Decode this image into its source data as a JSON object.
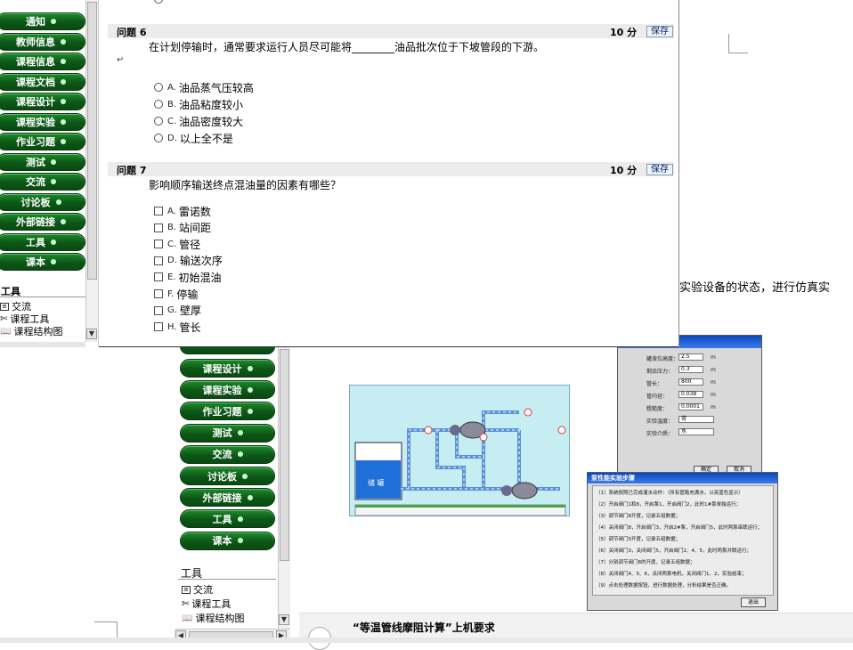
{
  "top_window": {
    "nav_buttons": [
      "通知",
      "教师信息",
      "课程信息",
      "课程文档",
      "课程设计",
      "课程实验",
      "作业习题",
      "测试",
      "交流",
      "讨论板",
      "外部链接",
      "工具",
      "课本"
    ],
    "tools": {
      "heading": "工具",
      "items": [
        {
          "label": "交流",
          "icon": "chat-icon"
        },
        {
          "label": "课程工具",
          "icon": "tools-icon"
        },
        {
          "label": "课程结构图",
          "icon": "book-icon"
        }
      ]
    },
    "questions": [
      {
        "number_label": "问题 6",
        "points": "10 分",
        "save": "保存",
        "text": "在计划停输时，通常要求运行人员尽可能将________油品批次位于下坡管段的下游。",
        "return_mark": "↵",
        "type": "radio",
        "options": [
          {
            "letter": "A.",
            "text": "油品蒸气压较高"
          },
          {
            "letter": "B.",
            "text": "油品粘度较小"
          },
          {
            "letter": "C.",
            "text": "油品密度较大"
          },
          {
            "letter": "D.",
            "text": "以上全不是"
          }
        ]
      },
      {
        "number_label": "问题 7",
        "points": "10 分",
        "save": "保存",
        "text": "影响顺序输送终点混油量的因素有哪些？",
        "type": "checkbox",
        "options": [
          {
            "letter": "A.",
            "text": "雷诺数"
          },
          {
            "letter": "B.",
            "text": "站间距"
          },
          {
            "letter": "C.",
            "text": "管径"
          },
          {
            "letter": "D.",
            "text": "输送次序"
          },
          {
            "letter": "E.",
            "text": "初始混油"
          },
          {
            "letter": "F.",
            "text": "停输"
          },
          {
            "letter": "G.",
            "text": "壁厚"
          },
          {
            "letter": "H.",
            "text": "管长"
          }
        ]
      }
    ]
  },
  "bottom_window": {
    "nav_buttons": [
      "课程设计",
      "课程实验",
      "作业习题",
      "测试",
      "交流",
      "讨论板",
      "外部链接",
      "工具",
      "课本"
    ],
    "tools": {
      "heading": "工具",
      "items": [
        {
          "label": "交流",
          "icon": "chat-icon"
        },
        {
          "label": "课程工具",
          "icon": "tools-icon"
        },
        {
          "label": "课程结构图",
          "icon": "book-icon"
        }
      ]
    },
    "background_text": "实验设备的状态，进行仿真实",
    "footer_title": "“等温管线摩阻计算”上机要求",
    "simulation": {
      "tank_label": "储 罐",
      "params_dialog": {
        "rows": [
          {
            "label": "罐液位高度：",
            "value": "2.5",
            "unit": "m"
          },
          {
            "label": "剩余压力：",
            "value": "0.3",
            "unit": "m"
          },
          {
            "label": "管长：",
            "value": "800",
            "unit": "m"
          },
          {
            "label": "管内径：",
            "value": "0.038",
            "unit": "m"
          },
          {
            "label": "粗糙度：",
            "value": "0.0001",
            "unit": "m"
          },
          {
            "label": "实验温度：",
            "value": "常",
            "unit": ""
          },
          {
            "label": "实验介质：",
            "value": "水",
            "unit": ""
          }
        ],
        "ok": "确定",
        "cancel": "取消"
      },
      "steps_dialog": {
        "title": "泵性能实验步骤",
        "steps": [
          "（1）系统按照已完成灌水动作：（所有管路充满水，以亮蓝色显示）",
          "（2）开启阀门1和8，开启泵1，开启阀门2，此时1#泵单独运行；",
          "（3）调节阀门8开度，记录五组数据；",
          "（4）关闭阀门8，开启阀门3，开启2#泵，开启阀门5，此时两泵串联运行；",
          "（5）调节阀门5开度，记录五组数据；",
          "（6）关闭阀门3，关闭阀门5，开启阀门2、4、5，此时两泵并联运行；",
          "（7）分别调节阀门8的开度，记录五组数据；",
          "（8）关闭阀门4、5、6，关闭两泵电机，关闭阀门1、2，实验结束；",
          "（9）点击处理数据按钮，进行数据处理，分析结果是否正确。"
        ],
        "exit": "退出"
      }
    }
  }
}
